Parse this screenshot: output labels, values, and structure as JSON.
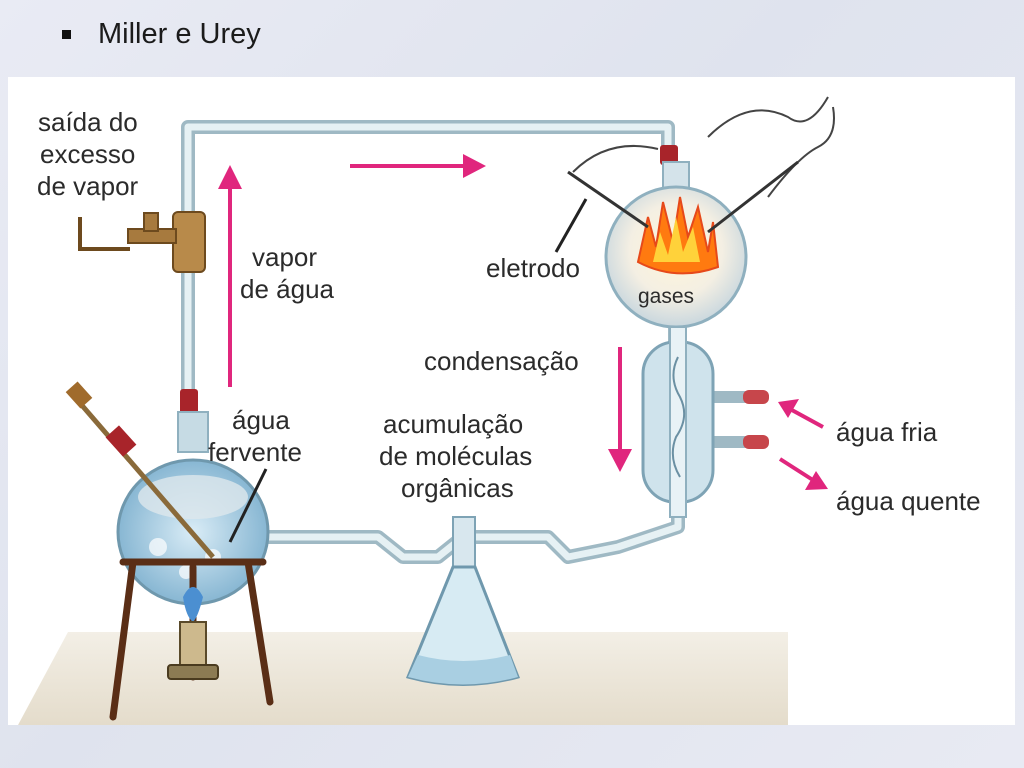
{
  "slide": {
    "title": "Miller e Urey"
  },
  "diagram": {
    "labels": {
      "exit_line1": "saída do",
      "exit_line2": "excesso",
      "exit_line3": "de vapor",
      "steam_line1": "vapor",
      "steam_line2": "de água",
      "electrode": "eletrodo",
      "gases": "gases",
      "condensation": "condensação",
      "boiling_line1": "água",
      "boiling_line2": "fervente",
      "accum_line1": "acumulação",
      "accum_line2": "de moléculas",
      "accum_line3": "orgânicas",
      "cold_water": "água fria",
      "hot_water": "água quente"
    },
    "colors": {
      "arrow": "#e0267d",
      "glass": "#a9c9d6",
      "water": "#7fb6d3",
      "flame": "#ff7a10",
      "stopper": "#a8242a"
    }
  }
}
